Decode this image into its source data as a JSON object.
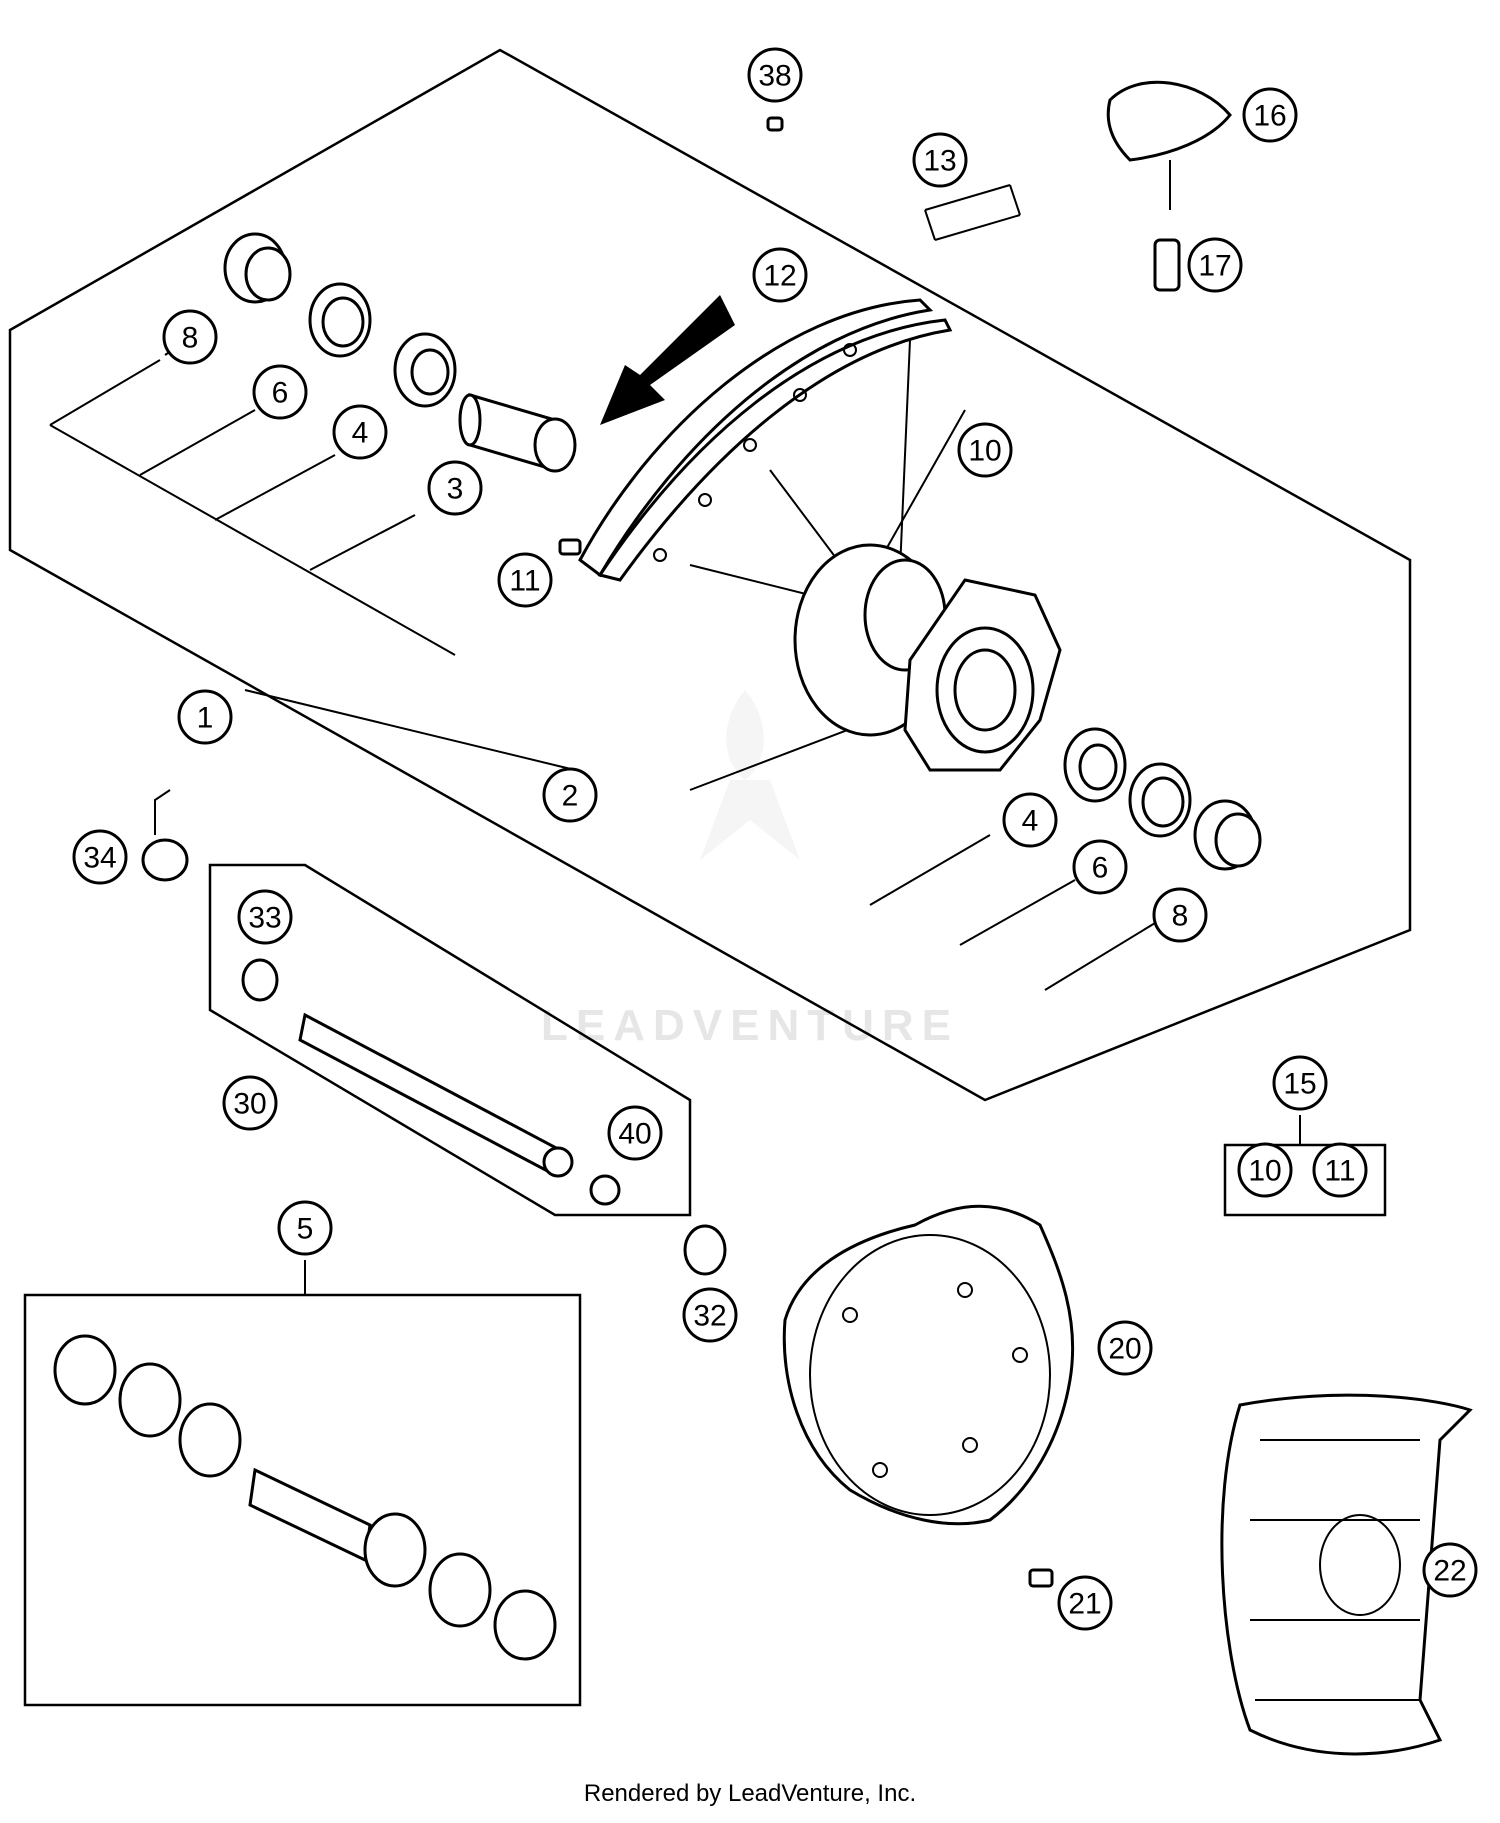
{
  "callouts": {
    "c1": "1",
    "c2": "2",
    "c3": "3",
    "c4a": "4",
    "c4b": "4",
    "c5": "5",
    "c6a": "6",
    "c6b": "6",
    "c8a": "8",
    "c8b": "8",
    "c10": "10",
    "c11": "11",
    "c12": "12",
    "c13": "13",
    "c15": "15",
    "c15_10": "10",
    "c15_11": "11",
    "c16": "16",
    "c17": "17",
    "c20": "20",
    "c21": "21",
    "c22": "22",
    "c30": "30",
    "c32": "32",
    "c33": "33",
    "c34": "34",
    "c38": "38",
    "c40": "40"
  },
  "watermark": "LEADVENTURE",
  "footer": "Rendered by LeadVenture, Inc."
}
